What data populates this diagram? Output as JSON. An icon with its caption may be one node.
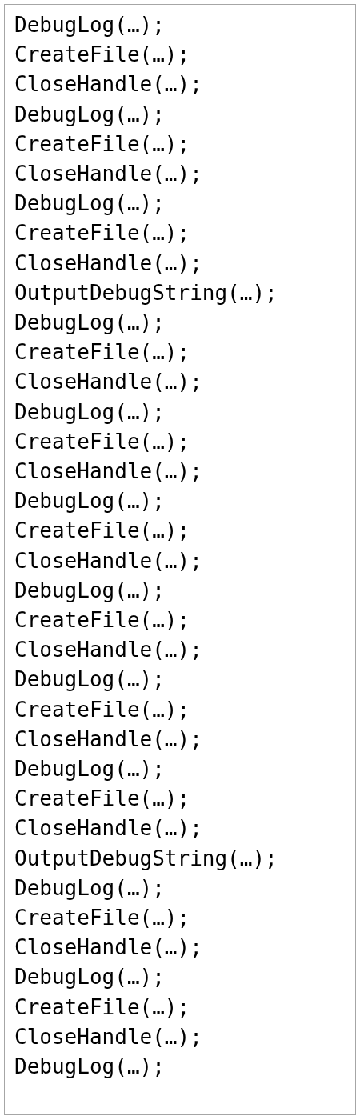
{
  "diagram": {
    "nodes": [
      {
        "text": [
          "DebugLog(…);",
          "CreateFile(…);",
          "CloseHandle(…);",
          "DebugLog(…);",
          "CreateFile(…);",
          "CloseHandle(…);",
          "DebugLog(…);",
          "CreateFile(…);",
          "CloseHandle(…);",
          "OutputDebugString(…);",
          "DebugLog(…);",
          "CreateFile(…);",
          "CloseHandle(…);",
          "DebugLog(…);",
          "CreateFile(…);",
          "CloseHandle(…);",
          "DebugLog(…);",
          "CreateFile(…);",
          "CloseHandle(…);",
          "DebugLog(…);",
          "CreateFile(…);",
          "CloseHandle(…);",
          "DebugLog(…);",
          "CreateFile(…);",
          "CloseHandle(…);",
          "DebugLog(…);",
          "CreateFile(…);",
          "CloseHandle(…);",
          "OutputDebugString(…);",
          "DebugLog(…);",
          "CreateFile(…);",
          "CloseHandle(…);",
          "DebugLog(…);",
          "CreateFile(…);",
          "CloseHandle(…);",
          "DebugLog(…);"
        ]
      }
    ]
  }
}
